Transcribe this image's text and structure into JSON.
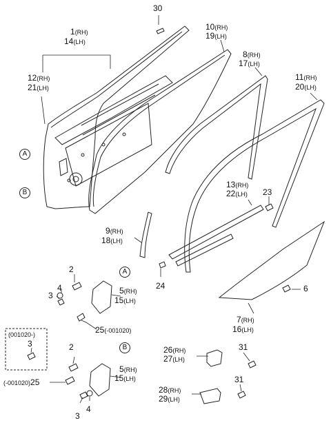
{
  "callouts": [
    {
      "id": "c30",
      "text": "30"
    },
    {
      "id": "c1",
      "num": "1",
      "side": "(RH)"
    },
    {
      "id": "c14",
      "num": "14",
      "side": "(LH)"
    },
    {
      "id": "c12",
      "num": "12",
      "side": "(RH)"
    },
    {
      "id": "c21",
      "num": "21",
      "side": "(LH)"
    },
    {
      "id": "c10",
      "num": "10",
      "side": "(RH)"
    },
    {
      "id": "c19",
      "num": "19",
      "side": "(LH)"
    },
    {
      "id": "c8",
      "num": "8",
      "side": "(RH)"
    },
    {
      "id": "c17",
      "num": "17",
      "side": "(LH)"
    },
    {
      "id": "c11",
      "num": "11",
      "side": "(RH)"
    },
    {
      "id": "c20",
      "num": "20",
      "side": "(LH)"
    },
    {
      "id": "c13",
      "num": "13",
      "side": "(RH)"
    },
    {
      "id": "c22",
      "num": "22",
      "side": "(LH)"
    },
    {
      "id": "c23",
      "text": "23"
    },
    {
      "id": "c9",
      "num": "9",
      "side": "(RH)"
    },
    {
      "id": "c18",
      "num": "18",
      "side": "(LH)"
    },
    {
      "id": "c24",
      "text": "24"
    },
    {
      "id": "c2a",
      "text": "2"
    },
    {
      "id": "c4a",
      "text": "4"
    },
    {
      "id": "c3a",
      "text": "3"
    },
    {
      "id": "c5a",
      "num": "5",
      "side": "(RH)"
    },
    {
      "id": "c15a",
      "num": "15",
      "side": "(LH)"
    },
    {
      "id": "c25a",
      "num": "25",
      "side": "(-001020)"
    },
    {
      "id": "c6",
      "text": "6"
    },
    {
      "id": "c7",
      "num": "7",
      "side": "(RH)"
    },
    {
      "id": "c16",
      "num": "16",
      "side": "(LH)"
    },
    {
      "id": "cbox",
      "text": "(001020-)"
    },
    {
      "id": "c3box",
      "text": "3"
    },
    {
      "id": "c2b",
      "text": "2"
    },
    {
      "id": "c25b",
      "num": "25",
      "side": "(-001020)"
    },
    {
      "id": "c5b",
      "num": "5",
      "side": "(RH)"
    },
    {
      "id": "c15b",
      "num": "15",
      "side": "(LH)"
    },
    {
      "id": "c3b",
      "text": "3"
    },
    {
      "id": "c4b",
      "text": "4"
    },
    {
      "id": "c26",
      "num": "26",
      "side": "(RH)"
    },
    {
      "id": "c27",
      "num": "27",
      "side": "(LH)"
    },
    {
      "id": "c31a",
      "text": "31"
    },
    {
      "id": "c28",
      "num": "28",
      "side": "(RH)"
    },
    {
      "id": "c29",
      "num": "29",
      "side": "(LH)"
    },
    {
      "id": "c31b",
      "text": "31"
    }
  ],
  "markers": {
    "a": "A",
    "b": "B"
  }
}
